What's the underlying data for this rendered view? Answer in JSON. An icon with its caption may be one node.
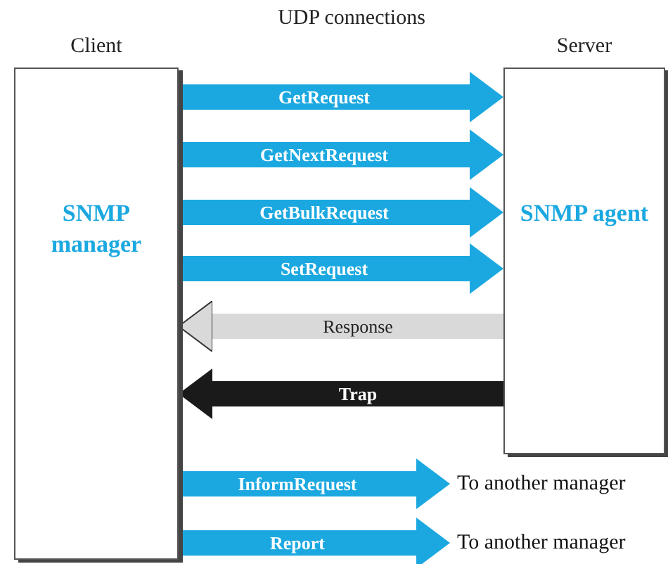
{
  "diagram": {
    "nodes": [
      {
        "text": [
          "Client",
          "SNMP manager"
        ]
      },
      {
        "text": [
          "Server",
          "SNMP agent"
        ]
      },
      {
        "text": [
          "To another manager"
        ]
      },
      {
        "text": [
          "To another manager"
        ]
      }
    ],
    "edges": [
      {
        "from": 0,
        "to": 1,
        "arrow": "to",
        "label": "GetRequest"
      },
      {
        "from": 0,
        "to": 1,
        "arrow": "to",
        "label": "GetNextRequest"
      },
      {
        "from": 0,
        "to": 1,
        "arrow": "to",
        "label": "GetBulkRequest"
      },
      {
        "from": 0,
        "to": 1,
        "arrow": "to",
        "label": "SetRequest"
      },
      {
        "from": 1,
        "to": 0,
        "arrow": "to",
        "label": "Response",
        "color": "#d9d9d9"
      },
      {
        "from": 1,
        "to": 0,
        "arrow": "to",
        "label": "Trap",
        "color": "#1a1a1a"
      },
      {
        "from": 0,
        "to": 2,
        "arrow": "to",
        "label": "InformRequest"
      },
      {
        "from": 0,
        "to": 3,
        "arrow": "to",
        "label": "Report"
      }
    ],
    "labels": [
      "UDP connections"
    ]
  }
}
